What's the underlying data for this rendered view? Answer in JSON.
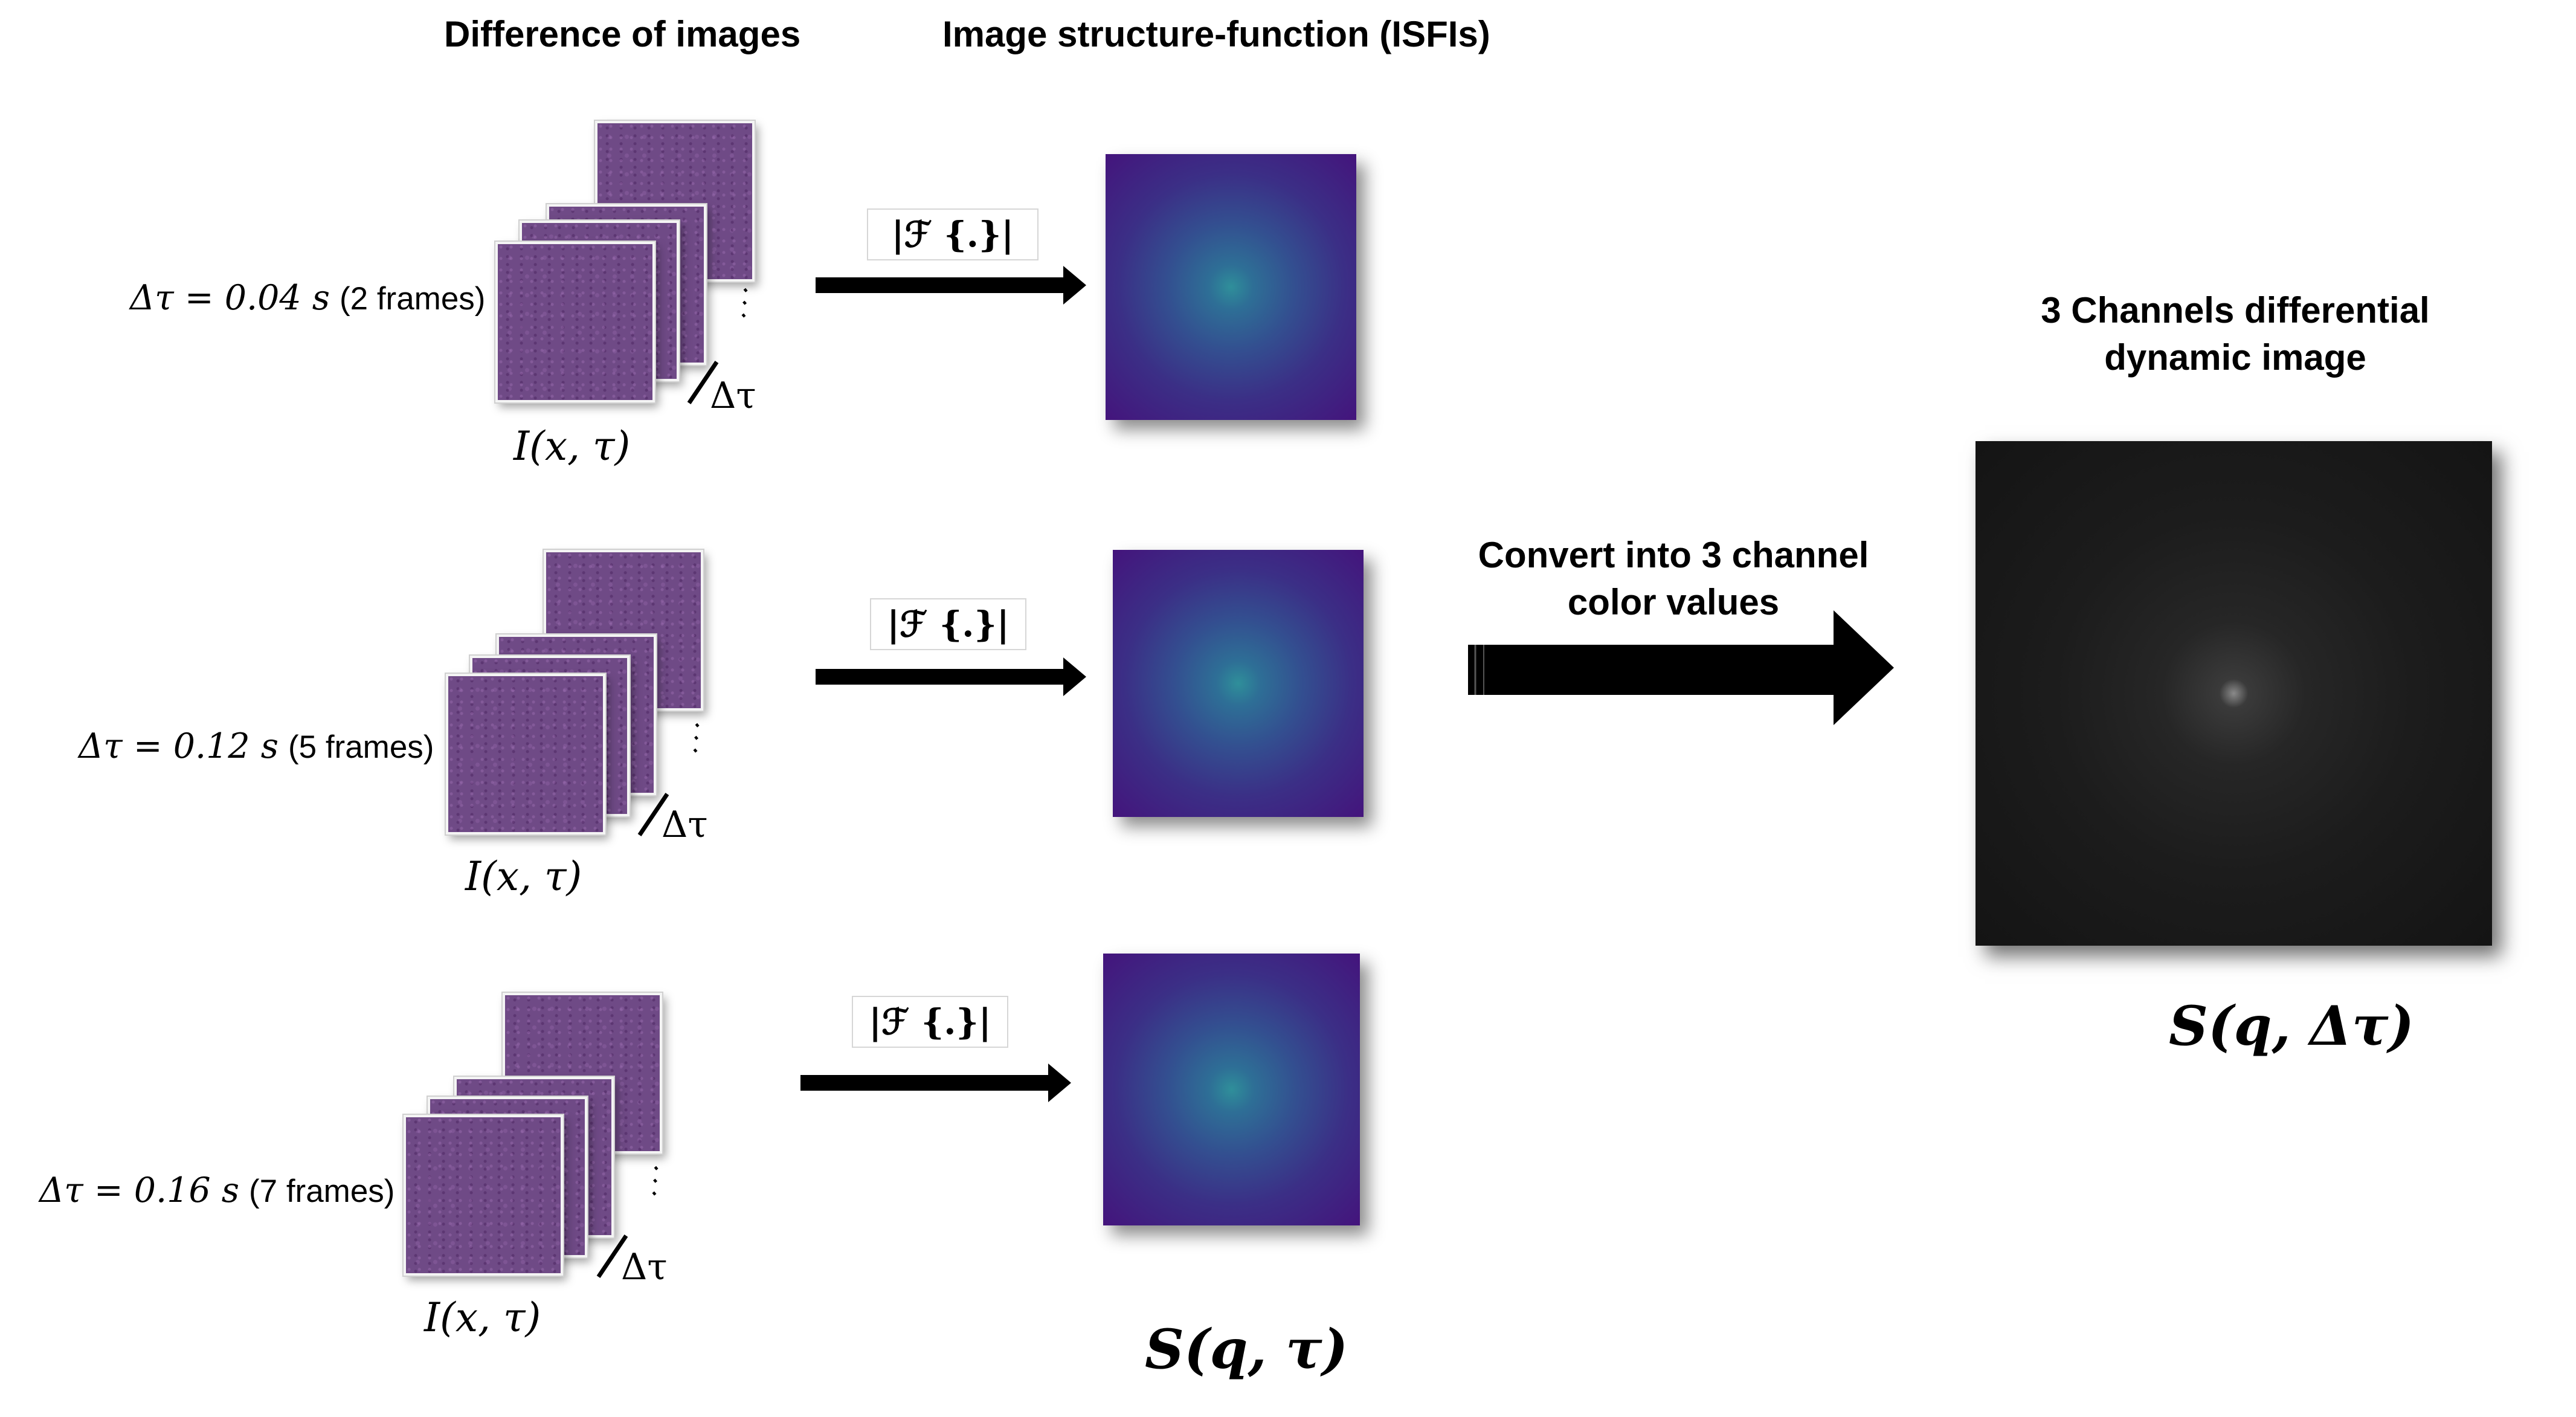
{
  "headers": {
    "difference": "Difference of images",
    "isf": "Image structure-function (ISFIs)",
    "output": "3 Channels differential dynamic image",
    "convert": "Convert into 3 channel color values"
  },
  "rows": [
    {
      "dt_eq": "Δτ = 0.04 s",
      "frames": "(2 frames)",
      "image_label": "I(x, τ)",
      "delta": "Δτ",
      "dots": "⋰",
      "fourier": "|ℱ {.}|"
    },
    {
      "dt_eq": "Δτ = 0.12 s",
      "frames": "(5 frames)",
      "image_label": "I(x, τ)",
      "delta": "Δτ",
      "dots": "⋰",
      "fourier": "|ℱ {.}|"
    },
    {
      "dt_eq": "Δτ = 0.16 s",
      "frames": "(7 frames)",
      "image_label": "I(x, τ)",
      "delta": "Δτ",
      "dots": "⋰",
      "fourier": "|ℱ {.}|"
    }
  ],
  "labels": {
    "isf_symbol": "S(q, τ)",
    "output_symbol": "S(q, Δτ)"
  },
  "colors": {
    "frame_purple": "#6f4a86",
    "isf_edge": "#44147c",
    "isf_center": "#2f8f9a",
    "output_dark": "#1a1a1a"
  }
}
